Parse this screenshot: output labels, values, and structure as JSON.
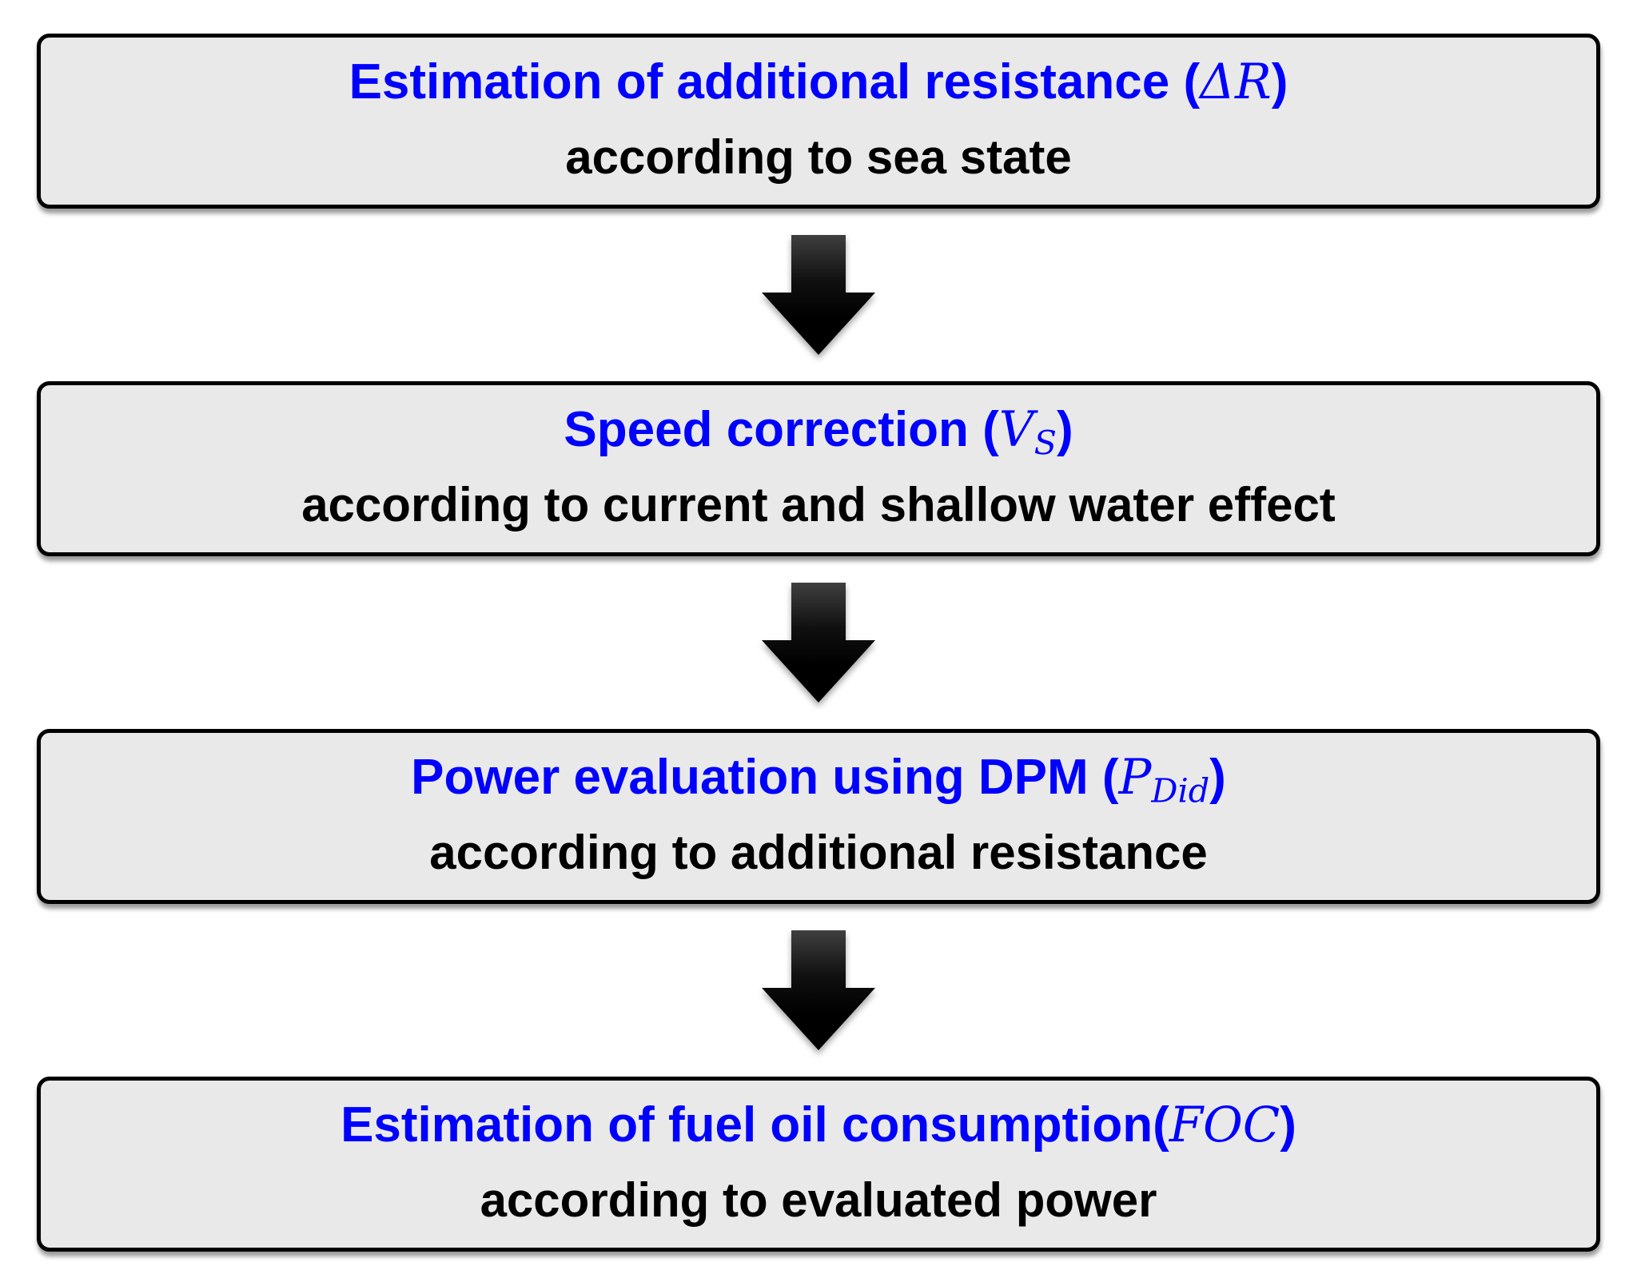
{
  "page": {
    "background": "#ffffff"
  },
  "colors": {
    "title_blue": "#0000ff",
    "subtitle_black": "#000000",
    "box_fill": "#e9e9e9",
    "box_border": "#000000",
    "arrow_fill_top": "#3f3f3f",
    "arrow_fill_bottom": "#000000"
  },
  "icons": {
    "flow_arrow": "down-block-arrow"
  },
  "flowchart": {
    "steps": [
      {
        "title_prefix": "Estimation of additional resistance (",
        "symbol": "ΔR",
        "subscript": "",
        "title_close": ")",
        "subtitle": "according to sea state"
      },
      {
        "title_prefix": "Speed correction (",
        "symbol": "V",
        "subscript": "S",
        "title_close": ")",
        "subtitle": "according to current and shallow water effect"
      },
      {
        "title_prefix": "Power evaluation using DPM (",
        "symbol": "P",
        "subscript": "Did",
        "title_close": ")",
        "subtitle": "according to additional resistance"
      },
      {
        "title_prefix": "Estimation of fuel oil consumption(",
        "symbol": "FOC",
        "subscript": "",
        "title_close": ")",
        "subtitle": "according to evaluated power"
      }
    ]
  }
}
